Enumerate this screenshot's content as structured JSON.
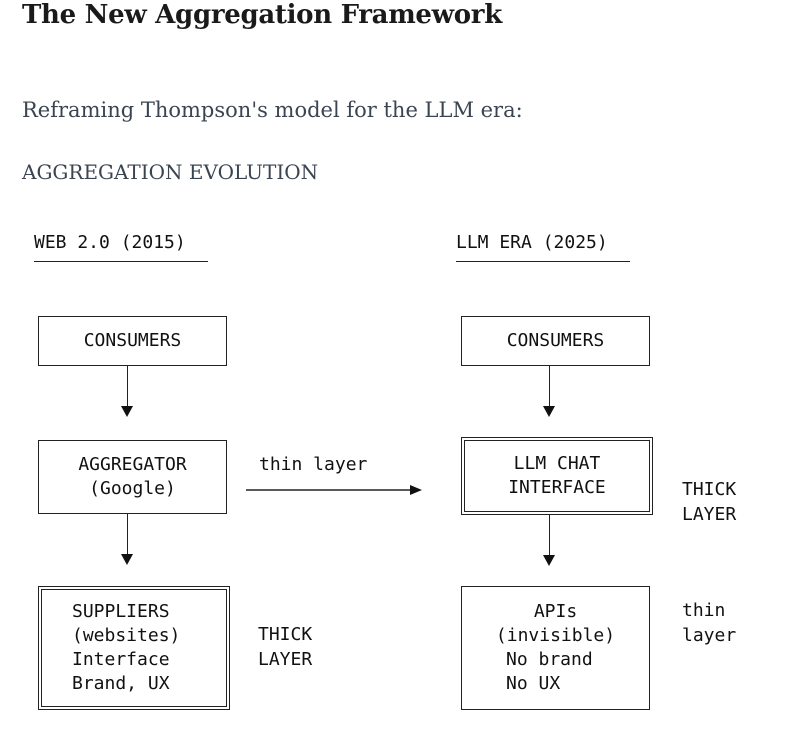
{
  "header": {
    "title": "The New Aggregation Framework",
    "intro": "Reframing Thompson's model for the LLM era:"
  },
  "diagram": {
    "title": "AGGREGATION EVOLUTION",
    "web2": {
      "heading": "WEB 2.0 (2015)",
      "consumers": "CONSUMERS",
      "aggregator_line1": "AGGREGATOR",
      "aggregator_line2": "(Google)",
      "suppliers_line1": "SUPPLIERS",
      "suppliers_line2": "(websites)",
      "suppliers_line3": "Interface",
      "suppliers_line4": "Brand, UX",
      "suppliers_note_line1": "THICK",
      "suppliers_note_line2": "LAYER"
    },
    "transition_label": "thin layer",
    "llm": {
      "heading": "LLM ERA (2025)",
      "consumers": "CONSUMERS",
      "chat_line1": "LLM CHAT",
      "chat_line2": "INTERFACE",
      "chat_note_line1": "THICK",
      "chat_note_line2": "LAYER",
      "apis_line1": "APIs",
      "apis_line2": "(invisible)",
      "apis_line3": "No brand",
      "apis_line4": "No UX",
      "apis_note_line1": "thin",
      "apis_note_line2": "layer"
    }
  }
}
